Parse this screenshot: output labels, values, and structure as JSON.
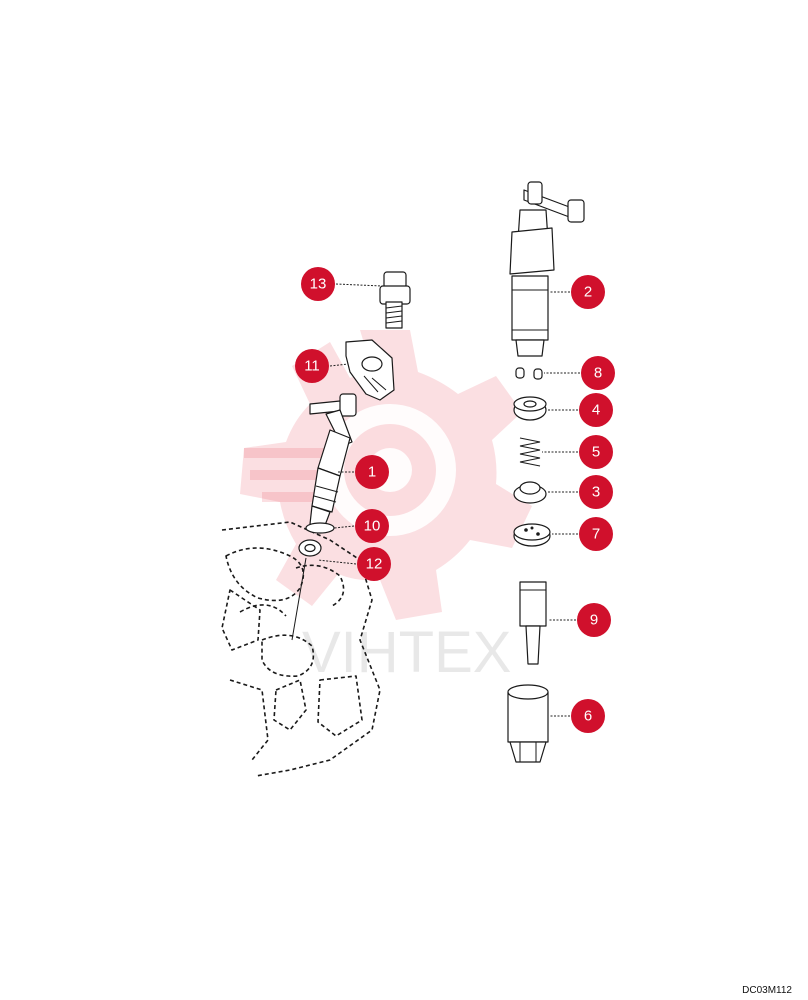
{
  "drawing_code": "DC03M112",
  "watermark_text": "VIHTEX",
  "callouts": [
    {
      "id": "c13",
      "label": "13"
    },
    {
      "id": "c11",
      "label": "11"
    },
    {
      "id": "c1",
      "label": "1"
    },
    {
      "id": "c10",
      "label": "10"
    },
    {
      "id": "c12",
      "label": "12"
    },
    {
      "id": "c2",
      "label": "2"
    },
    {
      "id": "c8",
      "label": "8"
    },
    {
      "id": "c4",
      "label": "4"
    },
    {
      "id": "c5",
      "label": "5"
    },
    {
      "id": "c3",
      "label": "3"
    },
    {
      "id": "c7",
      "label": "7"
    },
    {
      "id": "c9",
      "label": "9"
    },
    {
      "id": "c6",
      "label": "6"
    }
  ],
  "colors": {
    "callout": "#d0102c",
    "watermark": "#e83a4a"
  }
}
